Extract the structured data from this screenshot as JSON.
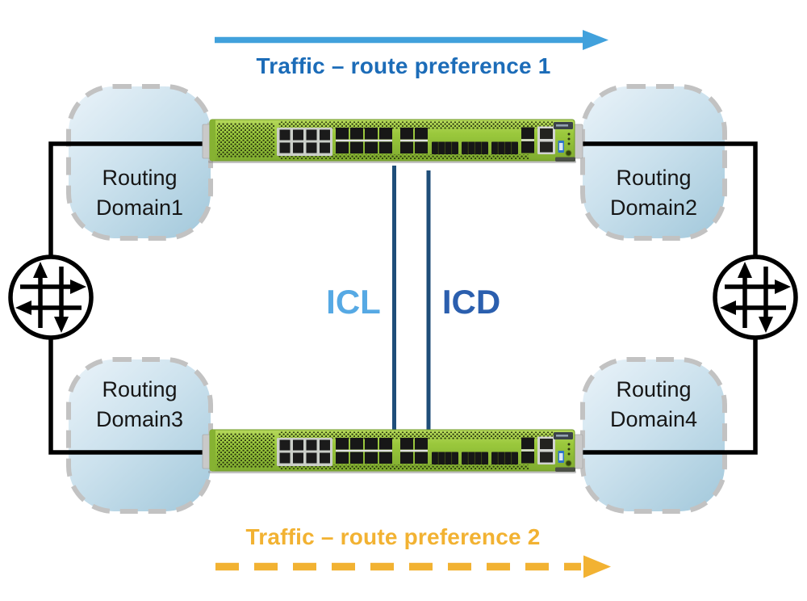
{
  "diagram": {
    "title_top": "Traffic – route preference 1",
    "title_bottom": "Traffic – route preference 2",
    "interconnect_labels": {
      "icl": "ICL",
      "icd": "ICD"
    },
    "domains": [
      {
        "line1": "Routing",
        "line2": "Domain1"
      },
      {
        "line1": "Routing",
        "line2": "Domain2"
      },
      {
        "line1": "Routing",
        "line2": "Domain3"
      },
      {
        "line1": "Routing",
        "line2": "Domain4"
      }
    ],
    "icons": {
      "router": "juniper-router-icon",
      "switch": "juniper-switch-image"
    }
  },
  "colors": {
    "arrow_top": "#41A1DC",
    "title_top": "#1C6CB8",
    "icl": "#56A9E4",
    "icd": "#2B5FAE",
    "interconnect": "#1F4E79",
    "arrow_bottom": "#F2B232",
    "domain_border": "#C2C2C2",
    "domain_fill_a": "#EAF3F9",
    "domain_fill_b": "#CBE1ED",
    "domain_fill_c": "#A7CBDD",
    "switch_green": "#9AC83C",
    "line_black": "#000000"
  }
}
